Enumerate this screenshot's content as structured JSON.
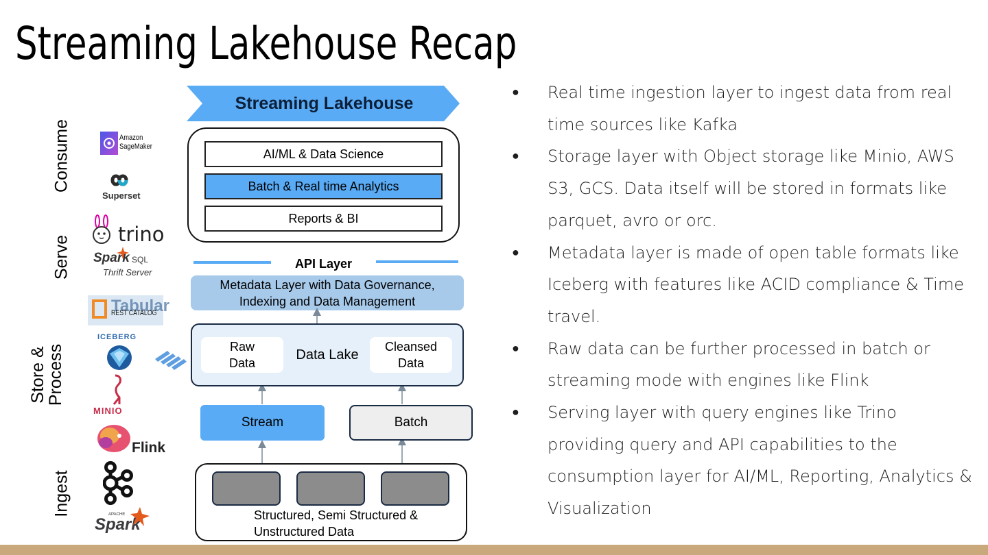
{
  "slide": {
    "title": "Streaming Lakehouse Recap"
  },
  "stages": {
    "consume": "Consume",
    "serve": "Serve",
    "store_line1": "Store &",
    "store_line2": "Process",
    "ingest": "Ingest"
  },
  "logos": {
    "sagemaker_line1": "Amazon",
    "sagemaker_line2": "SageMaker",
    "superset": "Superset",
    "trino": "trino",
    "spark_sql": "Spark",
    "spark_sql_suffix": "SQL",
    "thrift": "Thrift Server",
    "tabular": "Tabular",
    "rest_catalog": "REST CATALOG",
    "iceberg": "ICEBERG",
    "minio": "MINIO",
    "flink": "Flink",
    "apache_spark_small": "APACHE",
    "apache_spark": "Spark"
  },
  "diagram": {
    "banner": "Streaming Lakehouse",
    "consume_items": [
      "AI/ML & Data Science",
      "Batch & Real time Analytics",
      "Reports &  BI"
    ],
    "api_layer": "API Layer",
    "metadata_line1": "Metadata Layer with Data Governance,",
    "metadata_line2": "Indexing and Data Management",
    "raw_line1": "Raw",
    "raw_line2": "Data",
    "data_lake": "Data Lake",
    "cleansed_line1": "Cleansed",
    "cleansed_line2": "Data",
    "stream": "Stream",
    "batch": "Batch",
    "sources_line1": "Structured, Semi Structured &",
    "sources_line2": "Unstructured Data"
  },
  "colors": {
    "accent_blue": "#5aabf5",
    "light_blue": "#a7c9ea",
    "panel_blue": "#e6f0fa",
    "footer": "#c9a87c",
    "source_grey": "#8c8c8c"
  },
  "bullets": [
    "Real time ingestion layer to ingest data from real time sources like Kafka",
    "Storage layer with Object storage like Minio, AWS S3, GCS. Data itself will be stored in formats like parquet, avro or orc.",
    "Metadata layer is made of open table formats like Iceberg with features like ACID compliance & Time travel.",
    "Raw data can be further processed in batch or streaming mode with engines like Flink",
    "Serving layer with query engines like Trino providing query and API capabilities to the consumption layer for AI/ML, Reporting, Analytics & Visualization"
  ]
}
